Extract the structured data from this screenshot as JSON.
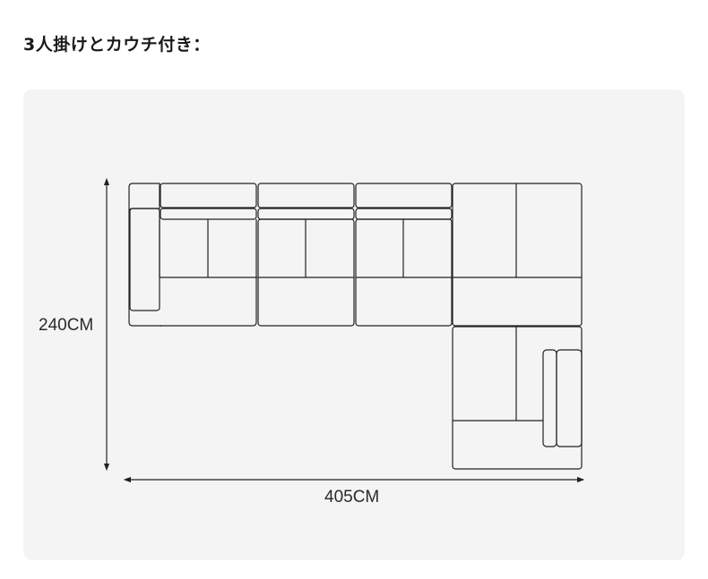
{
  "heading": "3人掛けとカウチ付き：",
  "dimensions": {
    "height": "240CM",
    "width": "405CM"
  },
  "colors": {
    "panel_background": "#f4f4f4",
    "line": "#222222"
  }
}
